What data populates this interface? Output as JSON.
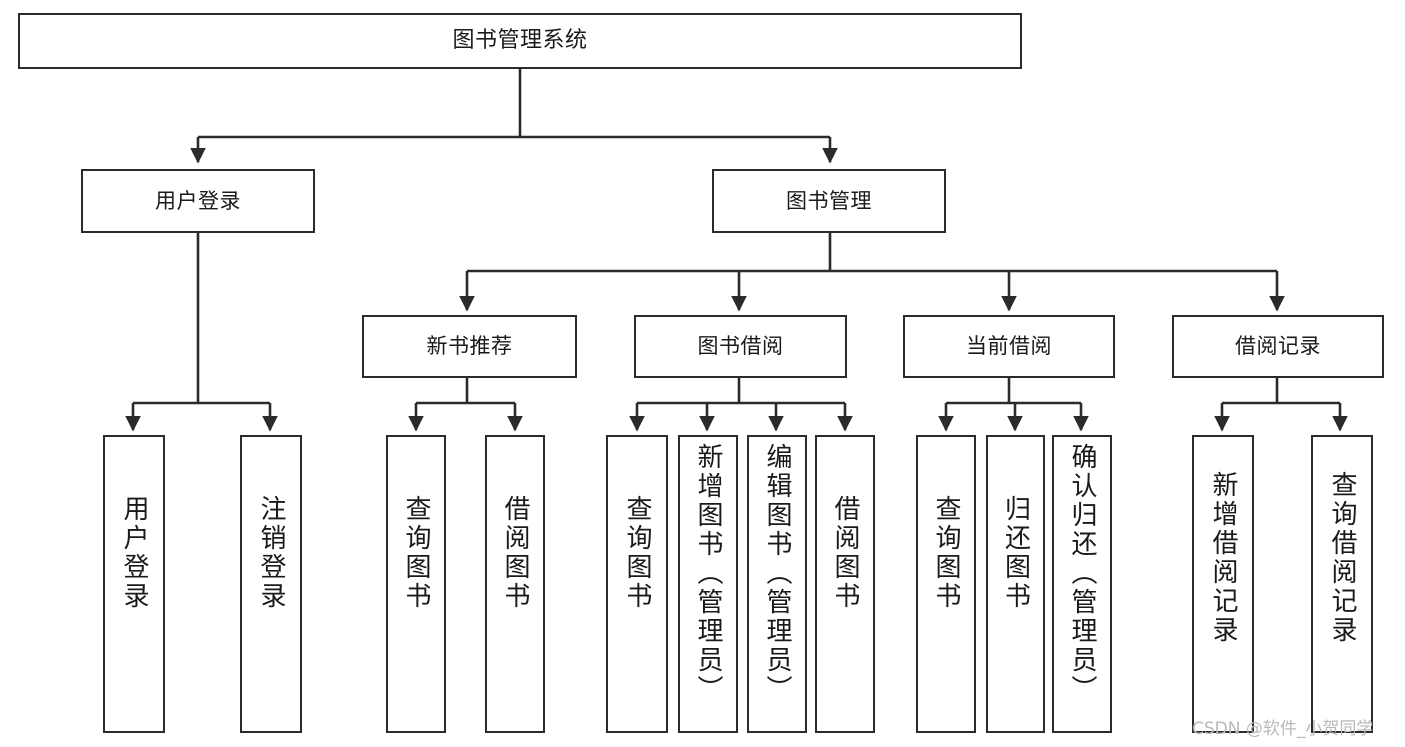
{
  "diagram": {
    "title": "图书管理系统",
    "type": "tree",
    "root": {
      "label": "图书管理系统"
    },
    "level2": [
      {
        "label": "用户登录"
      },
      {
        "label": "图书管理"
      }
    ],
    "level3": [
      {
        "label": "新书推荐"
      },
      {
        "label": "图书借阅"
      },
      {
        "label": "当前借阅"
      },
      {
        "label": "借阅记录"
      }
    ],
    "leaves": {
      "user_login": [
        {
          "label": "用户登录"
        },
        {
          "label": "注销登录"
        }
      ],
      "new_book_recommend": [
        {
          "label": "查询图书"
        },
        {
          "label": "借阅图书"
        }
      ],
      "book_borrow": [
        {
          "label": "查询图书"
        },
        {
          "label": "新增图书（管理员）"
        },
        {
          "label": "编辑图书（管理员）"
        },
        {
          "label": "借阅图书"
        }
      ],
      "current_borrow": [
        {
          "label": "查询图书"
        },
        {
          "label": "归还图书"
        },
        {
          "label": "确认归还（管理员）"
        }
      ],
      "borrow_record": [
        {
          "label": "新增借阅记录"
        },
        {
          "label": "查询借阅记录"
        }
      ]
    }
  },
  "watermark": {
    "text": "CSDN @软件_小贺同学"
  },
  "colors": {
    "border": "#2b2b2b",
    "background": "#ffffff",
    "text": "#1a1a1a",
    "watermark": "#b9b9b9"
  }
}
